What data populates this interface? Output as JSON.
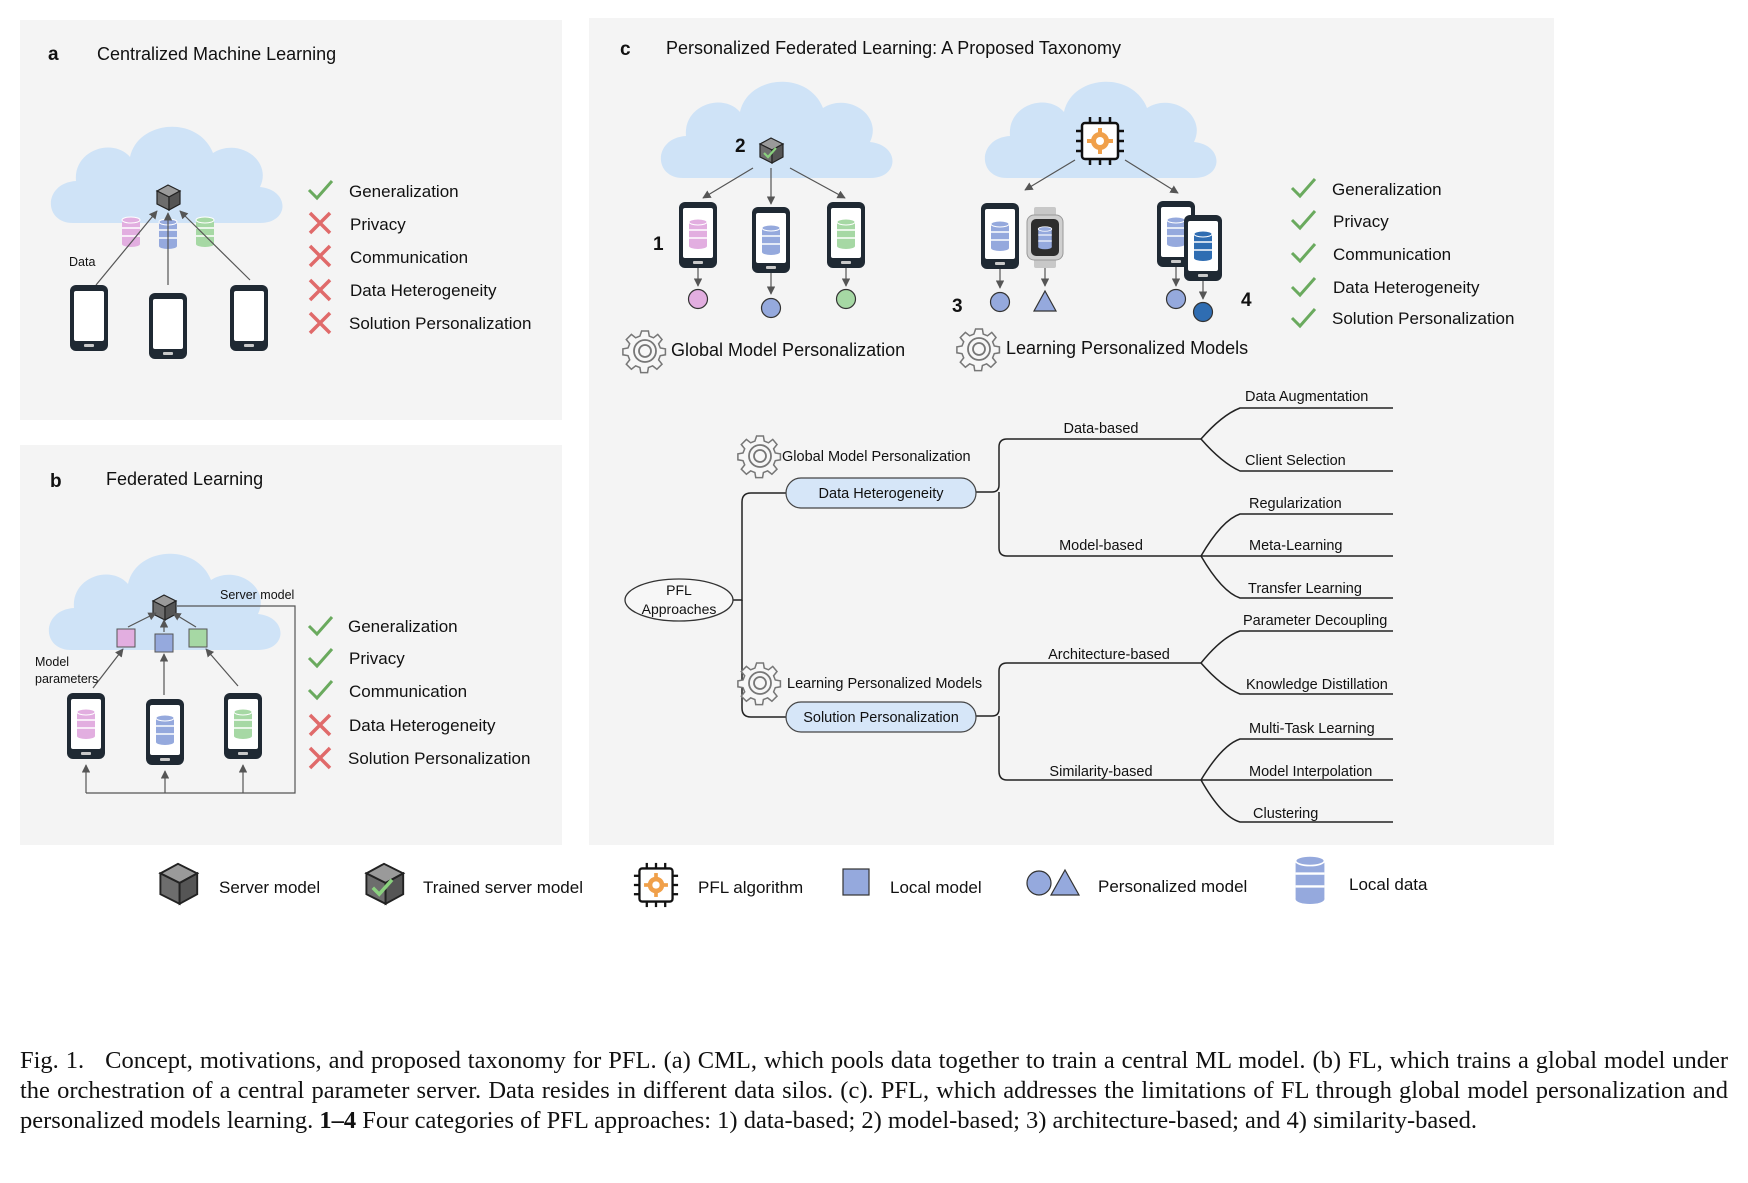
{
  "panel_a": {
    "letter": "a",
    "title": "Centralized Machine Learning",
    "data_label": "Data",
    "checklist": [
      {
        "label": "Generalization",
        "status": "check"
      },
      {
        "label": "Privacy",
        "status": "cross"
      },
      {
        "label": "Communication",
        "status": "cross"
      },
      {
        "label": "Data Heterogeneity",
        "status": "cross"
      },
      {
        "label": "Solution Personalization",
        "status": "cross"
      }
    ]
  },
  "panel_b": {
    "letter": "b",
    "title": "Federated Learning",
    "server_label": "Server model",
    "params_label_1": "Model",
    "params_label_2": "parameters",
    "checklist": [
      {
        "label": "Generalization",
        "status": "check"
      },
      {
        "label": "Privacy",
        "status": "check"
      },
      {
        "label": "Communication",
        "status": "check"
      },
      {
        "label": "Data Heterogeneity",
        "status": "cross"
      },
      {
        "label": "Solution Personalization",
        "status": "cross"
      }
    ]
  },
  "panel_c": {
    "letter": "c",
    "title": "Personalized Federated Learning: A Proposed Taxonomy",
    "num_1": "1",
    "num_2": "2",
    "num_3": "3",
    "num_4": "4",
    "global_label": "Global Model Personalization",
    "learning_label": "Learning Personalized Models",
    "checklist": [
      {
        "label": "Generalization",
        "status": "check"
      },
      {
        "label": "Privacy",
        "status": "check"
      },
      {
        "label": "Communication",
        "status": "check"
      },
      {
        "label": "Data Heterogeneity",
        "status": "check"
      },
      {
        "label": "Solution Personalization",
        "status": "check"
      }
    ]
  },
  "tree": {
    "root_line1": "PFL",
    "root_line2": "Approaches",
    "gmp_label": "Global Model Personalization",
    "lpm_label": "Learning Personalized Models",
    "dh_pill": "Data Heterogeneity",
    "sp_pill": "Solution Personalization",
    "data_based": "Data-based",
    "model_based": "Model-based",
    "arch_based": "Architecture-based",
    "sim_based": "Similarity-based",
    "leaves": {
      "data_aug": "Data Augmentation",
      "client_sel": "Client Selection",
      "regularization": "Regularization",
      "meta": "Meta-Learning",
      "transfer": "Transfer Learning",
      "param_decoupling": "Parameter Decoupling",
      "knowledge_dist": "Knowledge Distillation",
      "multitask": "Multi-Task Learning",
      "interpolation": "Model Interpolation",
      "clustering": "Clustering"
    }
  },
  "legend": {
    "server_model": "Server model",
    "trained_server_model": "Trained server model",
    "pfl_algorithm": "PFL algorithm",
    "local_model": "Local model",
    "personalized_model": "Personalized model",
    "local_data": "Local data"
  },
  "caption": {
    "prefix": "Fig. 1.",
    "text": "Concept, motivations, and proposed taxonomy for PFL. (a) CML, which pools data together to train a central ML model. (b) FL, which trains a global model under the orchestration of a central parameter server. Data resides in different data silos. (c). PFL, which addresses the limitations of FL through global model personalization and personalized models learning.",
    "bold_range": "1–4",
    "text2": "Four categories of PFL approaches: 1) data-based; 2) model-based; 3) architecture-based; and 4) similarity-based."
  },
  "colors": {
    "panel_bg": "#f4f4f4",
    "cloud": "#cfe3f7",
    "check": "#6aaa5e",
    "cross": "#e06a6a",
    "pink": "#e2aee0",
    "blue": "#95a9dd",
    "green": "#a6d8a4",
    "dark_blue": "#2f6db2",
    "cube": "#6d6d6d",
    "orange": "#f0a04a"
  }
}
